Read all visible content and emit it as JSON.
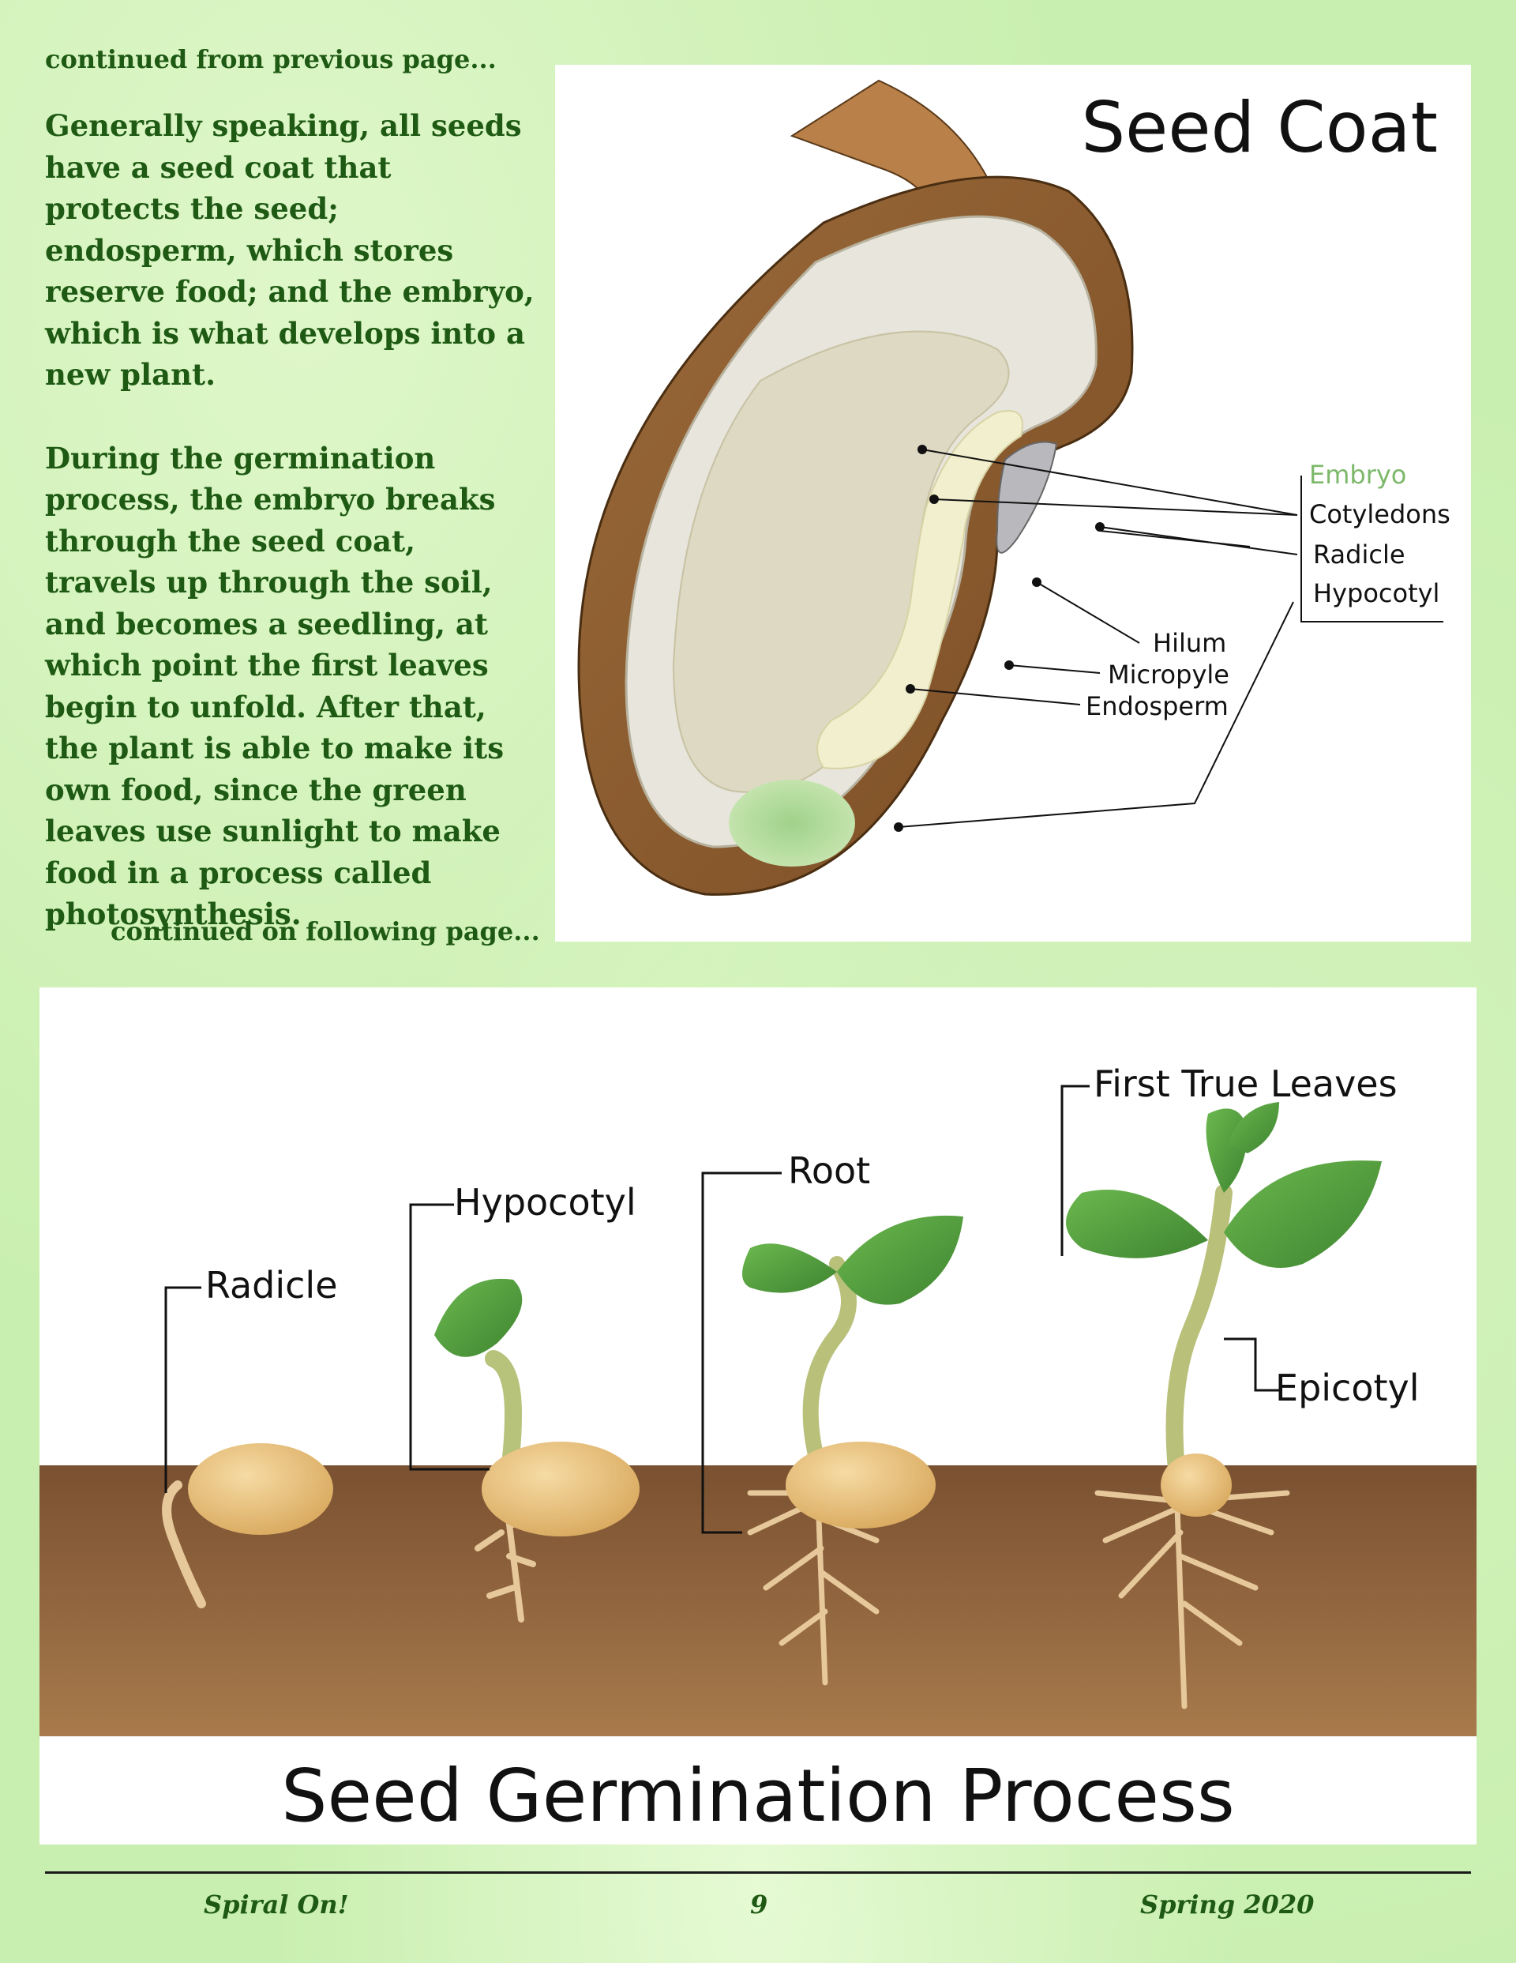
{
  "text": {
    "continued_from": "continued from previous page...",
    "paragraph1": "Generally speaking, all seeds have a seed coat that protects the seed; endosperm, which stores reserve food; and the embryo, which is what develops into a new plant.",
    "paragraph2": "During the germination process, the embryo breaks through the seed coat, travels up through the soil, and becomes a seedling, at which point the first leaves begin to unfold. After that, the plant is able to make its own food, since the green leaves use sunlight to make food in a process called photosynthesis.",
    "continued_on": "continued on following page..."
  },
  "seed_diagram": {
    "title": "Seed Coat",
    "labels": {
      "embryo": "Embryo",
      "cotyledons": "Cotyledons",
      "radicle": "Radicle",
      "hypocotyl": "Hypocotyl",
      "hilum": "Hilum",
      "micropyle": "Micropyle",
      "endosperm": "Endosperm"
    },
    "colors": {
      "embryo_label": "#7db86a",
      "coat": "#8c5a2b"
    }
  },
  "germination_diagram": {
    "title": "Seed Germination Process",
    "labels": {
      "radicle": "Radicle",
      "hypocotyl": "Hypocotyl",
      "root": "Root",
      "first_true_leaves": "First True Leaves",
      "epicotyl": "Epicotyl"
    },
    "colors": {
      "soil_top": "#7a5131",
      "soil_bottom": "#a87a4c",
      "leaf": "#4e9a3a",
      "seed": "#e7c07e"
    }
  },
  "footer": {
    "left": "Spiral On!",
    "page": "9",
    "right": "Spring 2020"
  }
}
